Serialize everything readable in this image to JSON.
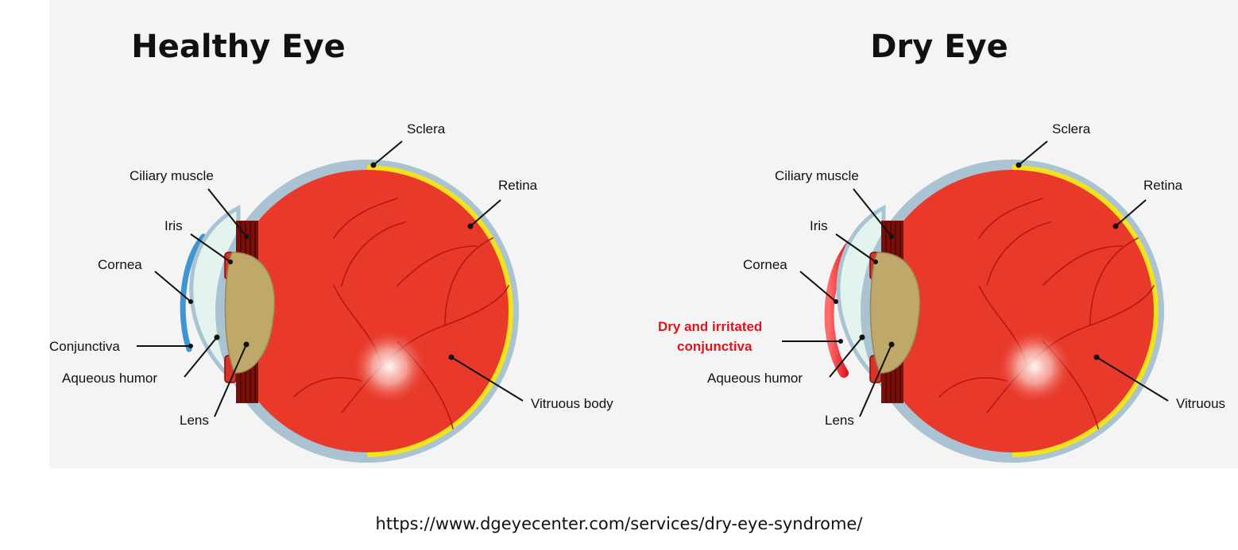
{
  "healthy": {
    "title": "Healthy Eye",
    "labels": {
      "sclera": "Sclera",
      "ciliary": "Ciliary muscle",
      "retina": "Retina",
      "iris": "Iris",
      "cornea": "Cornea",
      "conjunctiva": "Conjunctiva",
      "aqueous": "Aqueous humor",
      "lens": "Lens",
      "vitreous": "Vitruous body"
    }
  },
  "dry": {
    "title": "Dry Eye",
    "labels": {
      "sclera": "Sclera",
      "ciliary": "Ciliary muscle",
      "retina": "Retina",
      "iris": "Iris",
      "cornea": "Cornea",
      "conjunctiva_line1": "Dry and irritated",
      "conjunctiva_line2": "conjunctiva",
      "aqueous": "Aqueous humor",
      "lens": "Lens",
      "vitreous": "Vitruous"
    }
  },
  "source_url": "https://www.dgeyecenter.com/services/dry-eye-syndrome/",
  "colors": {
    "eyeball": "#e8392a",
    "sclera": "#a9c3d2",
    "retina": "#f4e21c",
    "lens": "#bea86a",
    "iris": "#d6342a",
    "ciliary": "#7a0f0a",
    "healthy_conjunctiva": "#3d95d6",
    "dry_conjunctiva": "#e0141b"
  }
}
